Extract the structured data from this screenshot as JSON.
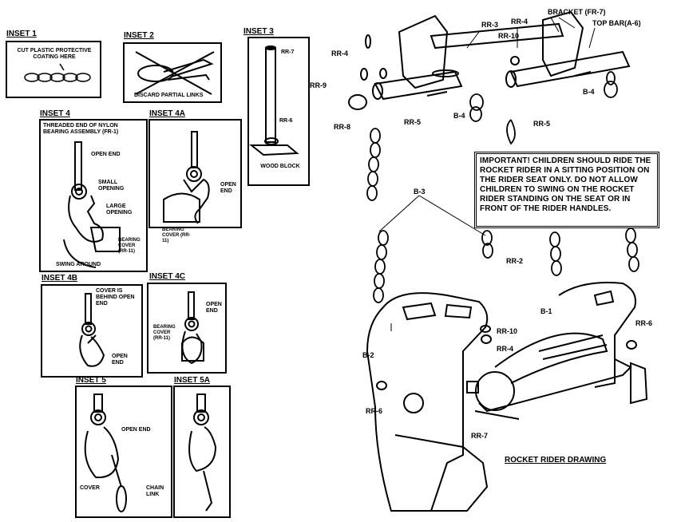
{
  "insets": {
    "inset1": {
      "title": "INSET 1",
      "caption": "CUT PLASTIC PROTECTIVE COATING HERE"
    },
    "inset2": {
      "title": "INSET 2",
      "caption": "DISCARD PARTIAL LINKS"
    },
    "inset3": {
      "title": "INSET 3",
      "rr7": "RR-7",
      "rr6": "RR-6",
      "block": "WOOD BLOCK"
    },
    "inset4": {
      "title": "INSET 4",
      "thread": "THREADED END OF NYLON BEARING ASSEMBLY (FR-1)",
      "open_end": "OPEN END",
      "small": "SMALL OPENING",
      "large": "LARGE OPENING",
      "cover": "BEARING COVER (RR-11)",
      "swing": "SWING AROUND"
    },
    "inset4a": {
      "title": "INSET 4A",
      "open_end": "OPEN END",
      "cover": "BEARING COVER (RR-11)"
    },
    "inset4b": {
      "title": "INSET 4B",
      "cover_behind": "COVER IS BEHIND OPEN END",
      "open_end": "OPEN END"
    },
    "inset4c": {
      "title": "INSET 4C",
      "open_end": "OPEN END",
      "cover": "BEARING COVER (RR-11)"
    },
    "inset5": {
      "title": "INSET 5",
      "open_end": "OPEN END",
      "cover": "COVER",
      "chain": "CHAIN LINK"
    },
    "inset5a": {
      "title": "INSET 5A"
    }
  },
  "parts": {
    "bracket": "BRACKET (FR-7)",
    "top_bar": "TOP BAR(A-6)",
    "rr3": "RR-3",
    "rr4a": "RR-4",
    "rr4b": "RR-4",
    "rr4c": "RR-4",
    "rr10a": "RR-10",
    "rr10b": "RR-10",
    "rr9": "RR-9",
    "rr8": "RR-8",
    "rr5a": "RR-5",
    "rr5b": "RR-5",
    "b4a": "B-4",
    "b4b": "B-4",
    "b3": "B-3",
    "rr2": "RR-2",
    "b1": "B-1",
    "b2": "B-2",
    "rr6a": "RR-6",
    "rr6b": "RR-6",
    "rr7": "RR-7"
  },
  "warning": "IMPORTANT! CHILDREN SHOULD RIDE THE ROCKET RIDER IN A SITTING POSITION ON THE RIDER SEAT ONLY. DO NOT ALLOW CHILDREN TO SWING ON THE ROCKET RIDER STANDING ON THE SEAT OR IN FRONT OF THE RIDER HANDLES.",
  "drawing_title": "ROCKET RIDER DRAWING"
}
